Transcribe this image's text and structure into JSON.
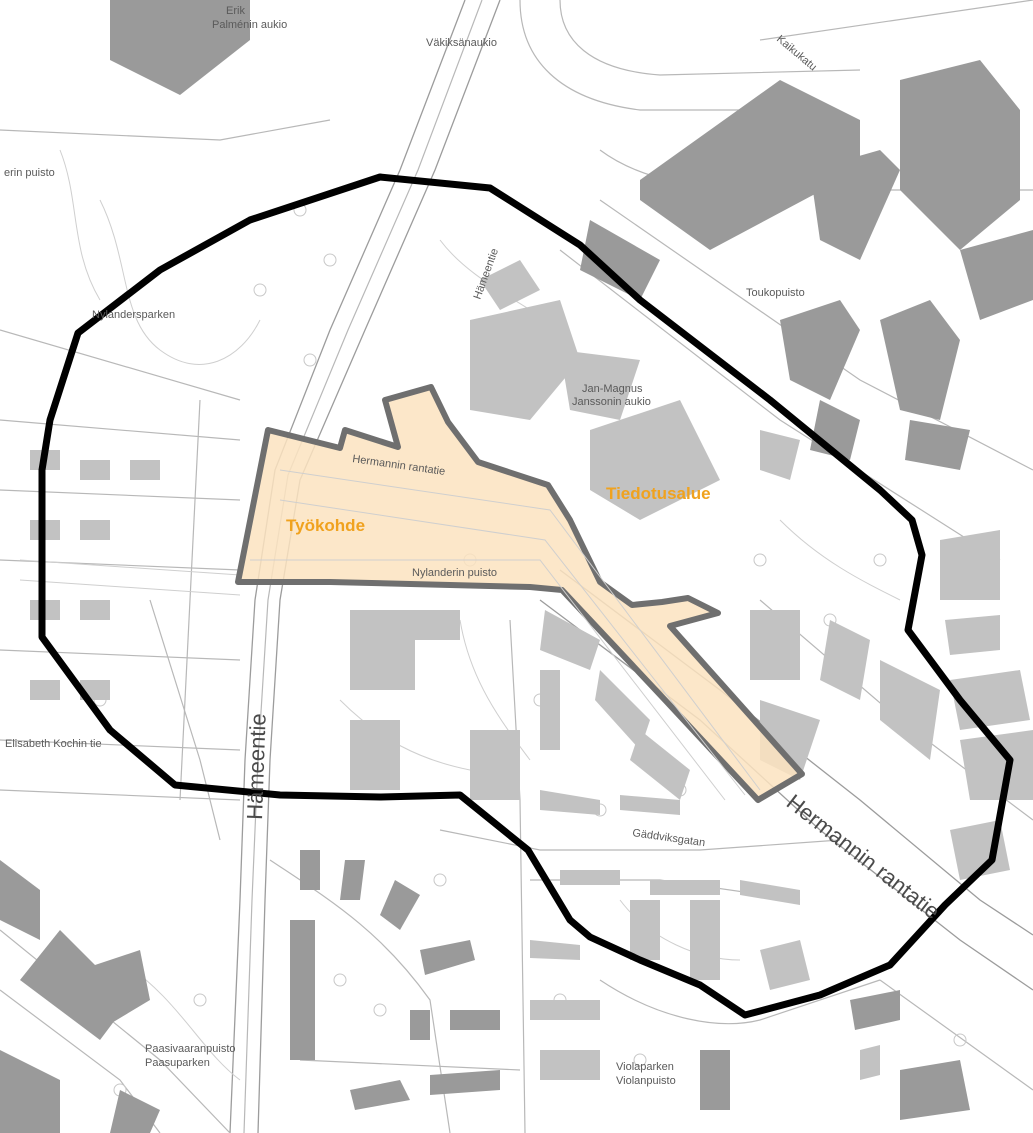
{
  "map": {
    "areas": {
      "work_site": {
        "label": "Työkohde",
        "fill": "#fbe3bf",
        "stroke": "#6f6f6f"
      },
      "info_area": {
        "label": "Tiedotusalue",
        "stroke": "#000000"
      },
      "label_color": "#f0a21e"
    },
    "streets": {
      "hameentie": "Hämeentie",
      "hermannin_rantatie": "Hermannin rantatie",
      "hermannin_rantatie_small": "Hermannin rantatie",
      "elisabeth_kochin_tie": "Elisabeth Kochin tie",
      "gadelsvagatan": "Gäddviksgatan",
      "hameentie_small": "Hämeentie",
      "kaikukatu": "Kaikukatu",
      "vaaksiaukio": "Väkiksänaukio",
      "violaparken": "Violaparken",
      "violanpuisto": "Violanpuisto",
      "paasivaara_puisto": "Paasivaaranpuisto",
      "paasuparken": "Paasuparken",
      "toukopuisto": "Toukopuisto",
      "nylanderin_puisto": "Nylanderin puisto",
      "nylandersparken": "Nylandersparken",
      "jan_magnus": "Jan-Magnus",
      "jansson_aukio": "Janssonin aukio",
      "erik": "Erik",
      "palmenin_aukio": "Palménin aukio",
      "erin_puisto": "erin puisto"
    }
  }
}
